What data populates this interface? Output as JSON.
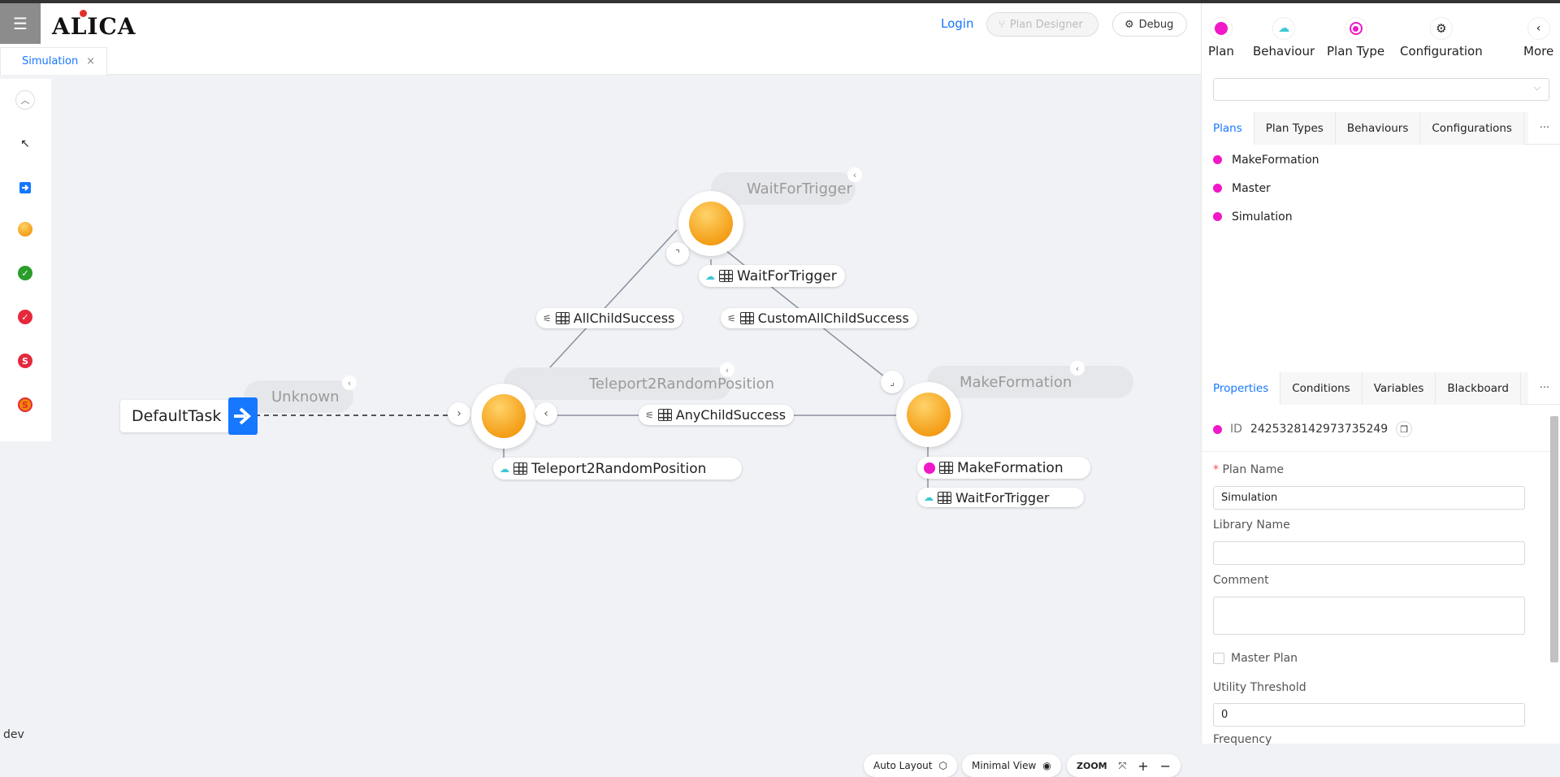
{
  "header": {
    "logo": "ALICA",
    "login": "Login",
    "plan_designer": "Plan Designer",
    "debug": "Debug"
  },
  "doc_tab": {
    "label": "Simulation",
    "close": "×"
  },
  "toolbar": {
    "items": [
      "collapse-up",
      "pointer",
      "entry-point",
      "state",
      "success-state",
      "failure-state",
      "synchronisation",
      "synchronisation-alt"
    ]
  },
  "canvas": {
    "task": "DefaultTask",
    "entry_ghost": "Unknown",
    "states": [
      {
        "name": "WaitForTrigger",
        "ghost": "WaitForTrigger"
      },
      {
        "name": "Teleport2RandomPosition",
        "ghost": "Teleport2RandomPosition"
      },
      {
        "name": "MakeFormation",
        "ghost": "MakeFormation"
      }
    ],
    "state_children": {
      "waitfortrigger": "WaitForTrigger",
      "teleport": "Teleport2RandomPosition",
      "makeformation_plan": "MakeFormation",
      "makeformation_beh": "WaitForTrigger"
    },
    "transitions": {
      "all_child_success": "AllChildSuccess",
      "custom_all_child_success": "CustomAllChildSuccess",
      "any_child_success": "AnyChildSuccess"
    },
    "bottom": {
      "auto_layout": "Auto Layout",
      "minimal_view": "Minimal View",
      "zoom": "ZOOM"
    },
    "env": "dev"
  },
  "right_panel": {
    "types": [
      {
        "label": "Plan",
        "color": "#f018c8"
      },
      {
        "label": "Behaviour",
        "color": "#3bc9d4"
      },
      {
        "label": "Plan Type",
        "color": "#f018c8"
      },
      {
        "label": "Configuration",
        "color": "#333333"
      },
      {
        "label": "More",
        "color": "#333333"
      }
    ],
    "list_tabs": [
      "Plans",
      "Plan Types",
      "Behaviours",
      "Configurations"
    ],
    "plans": [
      "MakeFormation",
      "Master",
      "Simulation"
    ],
    "prop_tabs": [
      "Properties",
      "Conditions",
      "Variables",
      "Blackboard"
    ],
    "more": "···",
    "id_label": "ID",
    "id_value": "2425328142973735249",
    "plan_name_label": "Plan Name",
    "required_mark": "*",
    "plan_name_value": "Simulation",
    "library_name_label": "Library Name",
    "library_name_value": "",
    "comment_label": "Comment",
    "comment_value": "",
    "master_plan_label": "Master Plan",
    "utility_threshold_label": "Utility Threshold",
    "utility_threshold_value": "0",
    "frequency_label": "Frequency"
  }
}
